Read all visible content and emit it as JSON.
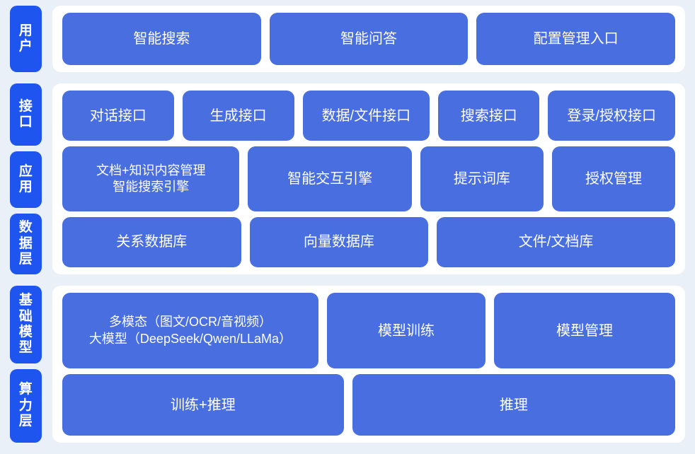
{
  "theme": {
    "page_background": "#eaf0f8",
    "card_background": "#ffffff",
    "rail_label_color": "#1f55ef",
    "node_color": "#486ee0",
    "node_text_color": "#ffffff"
  },
  "bands": [
    {
      "id": "user",
      "labels": [
        "用户"
      ],
      "rows": [
        {
          "nodes": [
            "智能搜索",
            "智能问答",
            "配置管理入口"
          ]
        }
      ]
    },
    {
      "id": "platform",
      "labels": [
        "接口",
        "应用",
        "数据层"
      ],
      "rows": [
        {
          "name": "interface-row",
          "nodes": [
            "对话接口",
            "生成接口",
            "数据/文件接口",
            "搜索接口",
            "登录/授权接口"
          ]
        },
        {
          "name": "application-row",
          "nodes": [
            "文档+知识内容管理\n智能搜索引擎",
            "智能交互引擎",
            "提示词库",
            "授权管理"
          ]
        },
        {
          "name": "data-row",
          "nodes": [
            "关系数据库",
            "向量数据库",
            "文件/文档库"
          ]
        }
      ]
    },
    {
      "id": "infrastructure",
      "labels": [
        "基础模型",
        "算力层"
      ],
      "rows": [
        {
          "name": "model-row",
          "nodes": [
            "多模态（图文/OCR/音视频）\n大模型（DeepSeek/Qwen/LLaMa）",
            "模型训练",
            "模型管理"
          ]
        },
        {
          "name": "compute-row",
          "nodes": [
            "训练+推理",
            "推理"
          ]
        }
      ]
    }
  ]
}
